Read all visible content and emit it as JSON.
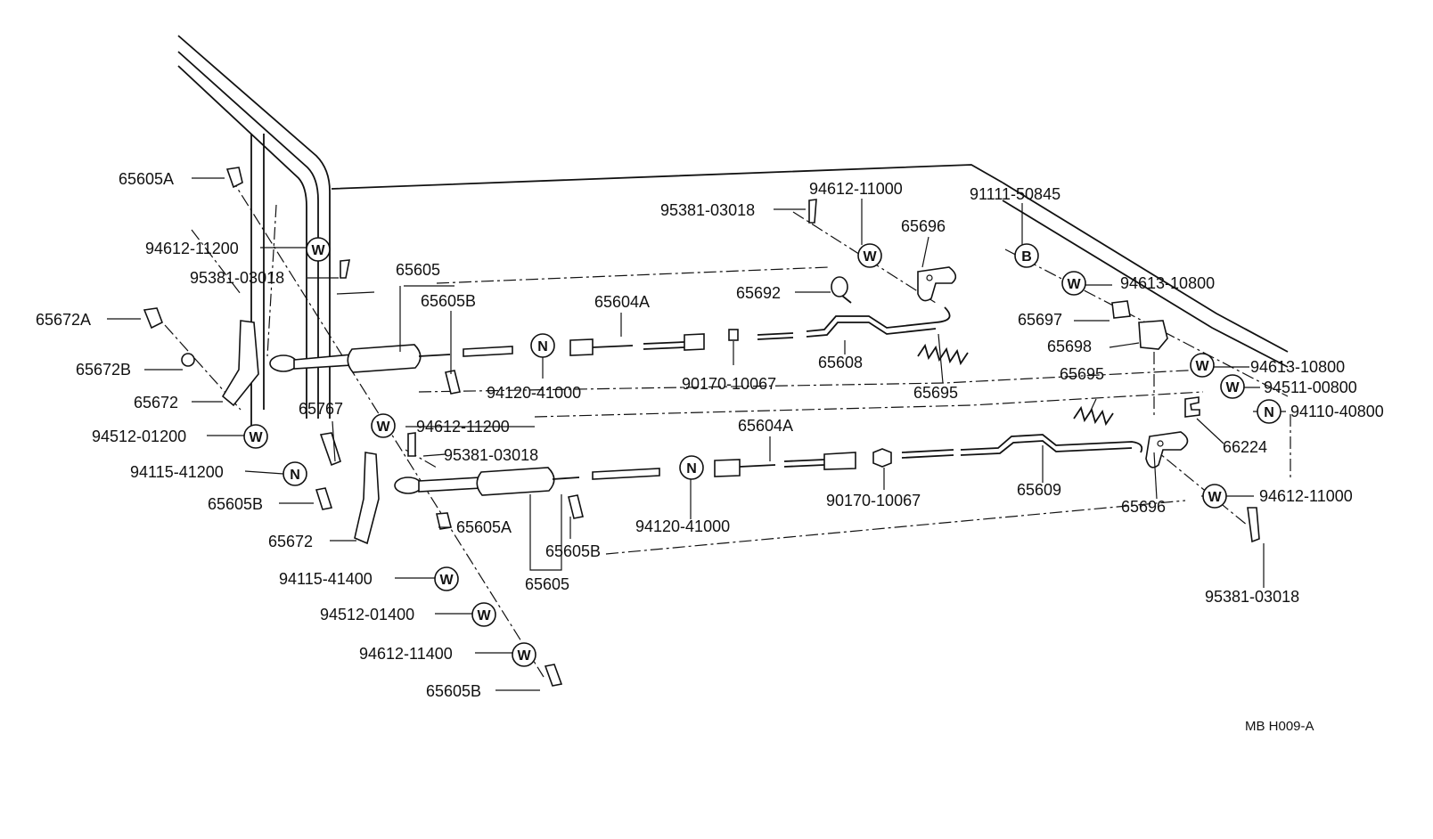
{
  "diagram": {
    "code": "MB H009-A",
    "labels": [
      "65605A",
      "94612-11200",
      "95381-03018",
      "65672A",
      "65672B",
      "65672",
      "94512-01200",
      "94115-41200",
      "65605B",
      "65672",
      "94115-41400",
      "94512-01400",
      "94612-11400",
      "65605B",
      "65605",
      "65605B",
      "65767",
      "65604A",
      "94120-41000",
      "90170-10067",
      "65692",
      "65608",
      "65695",
      "95381-03018",
      "94612-11000",
      "65696",
      "91111-50845",
      "94613-10800",
      "65697",
      "65698",
      "94613-10800",
      "94511-00800",
      "94110-40800",
      "66224",
      "65696",
      "94612-11000",
      "95381-03018",
      "65695",
      "94612-11200",
      "95381-03018",
      "65604A",
      "65605A",
      "65605B",
      "65605",
      "94120-41000",
      "90170-10067",
      "65609"
    ],
    "symbols": [
      "W",
      "N",
      "B"
    ]
  }
}
